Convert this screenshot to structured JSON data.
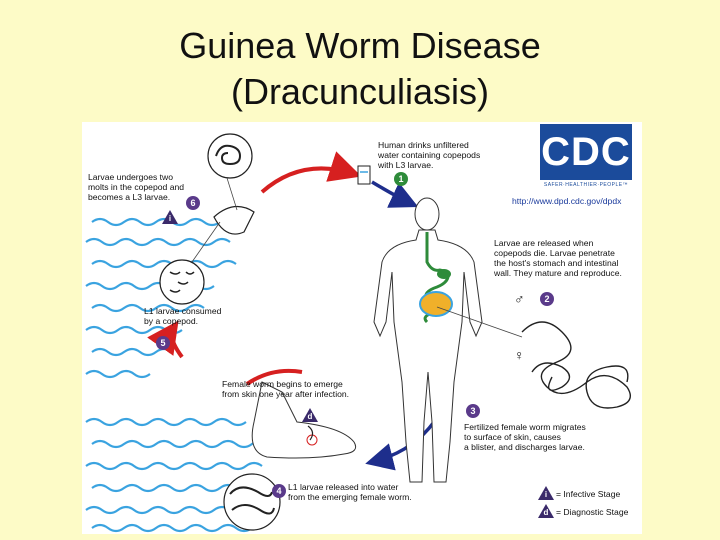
{
  "title": {
    "line1": "Guinea Worm Disease",
    "line2": "(Dracunculiasis)"
  },
  "cdc": {
    "logo": "CDC",
    "tagline": "SAFER·HEALTHIER·PEOPLE™",
    "url": "http://www.dpd.cdc.gov/dpdx"
  },
  "steps": [
    {
      "num": "1",
      "text": "Human drinks unfiltered\nwater containing copepods\nwith L3 larvae."
    },
    {
      "num": "2",
      "text": "Larvae are released when\ncopepods die. Larvae penetrate\nthe host's stomach and intestinal\nwall. They mature and reproduce."
    },
    {
      "num": "3",
      "text": "Fertilized female worm migrates\nto surface of skin, causes\na blister, and discharges larvae."
    },
    {
      "num": "4",
      "text": "L1 larvae released into water\nfrom the emerging female worm."
    },
    {
      "num": "5",
      "text": "L1 larvae consumed\nby a copepod."
    },
    {
      "num": "6",
      "text": "Larvae undergoes two\nmolts in the copepod and\nbecomes a L3 larvae."
    }
  ],
  "notes": {
    "emerge": "Female worm begins to emerge\nfrom skin one year after infection."
  },
  "symbols": {
    "male": "♂",
    "female": "♀"
  },
  "stage_markers": {
    "infective": "i",
    "diagnostic": "d"
  },
  "legend": {
    "infective": "= Infective Stage",
    "diagnostic": "= Diagnostic Stage"
  },
  "colors": {
    "background": "#fdfbc7",
    "red_arrow": "#d62020",
    "blue_arrow": "#1e2e8c",
    "badge_purple": "#5a3a8a",
    "badge_green": "#2e8b3a",
    "water": "#3aa3e0",
    "cdc_blue": "#1b4b9b"
  }
}
